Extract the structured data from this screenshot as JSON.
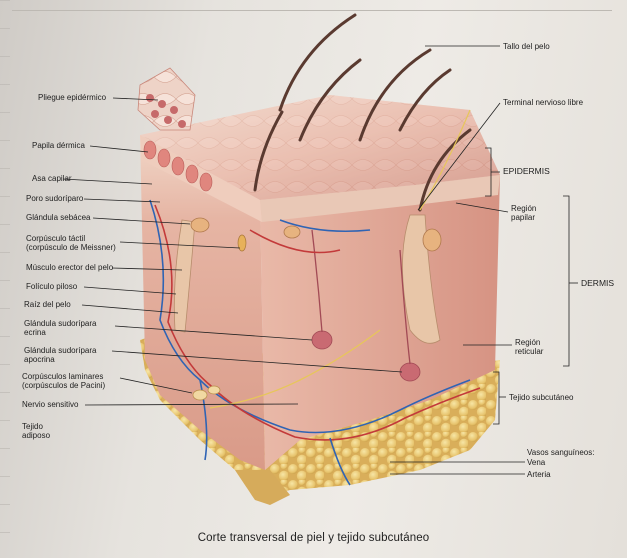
{
  "labels_left": [
    "Pliegue epidérmico",
    "Papila dérmica",
    "Asa capilar",
    "Poro sudoríparo",
    "Glándula sebácea",
    "Corpúsculo táctil",
    "(corpúsculo de Meissner)",
    "Músculo erector del pelo",
    "Folículo piloso",
    "Raíz del pelo",
    "Glándula sudorípara",
    "ecrina",
    "Glándula sudorípara",
    "apocrina",
    "Corpúsculos laminares",
    "(corpúsculos de Pacini)",
    "Nervio sensitivo",
    "Tejido",
    "adiposo"
  ],
  "labels_right": [
    "Tallo del pelo",
    "Terminal nervioso libre",
    "EPIDERMIS",
    "Región",
    "papilar",
    "DERMIS",
    "Región",
    "reticular",
    "Tejido subcutáneo",
    "Vasos sanguíneos:",
    "Vena",
    "Arteria"
  ],
  "caption": "Corte transversal de piel y tejido subcutáneo"
}
